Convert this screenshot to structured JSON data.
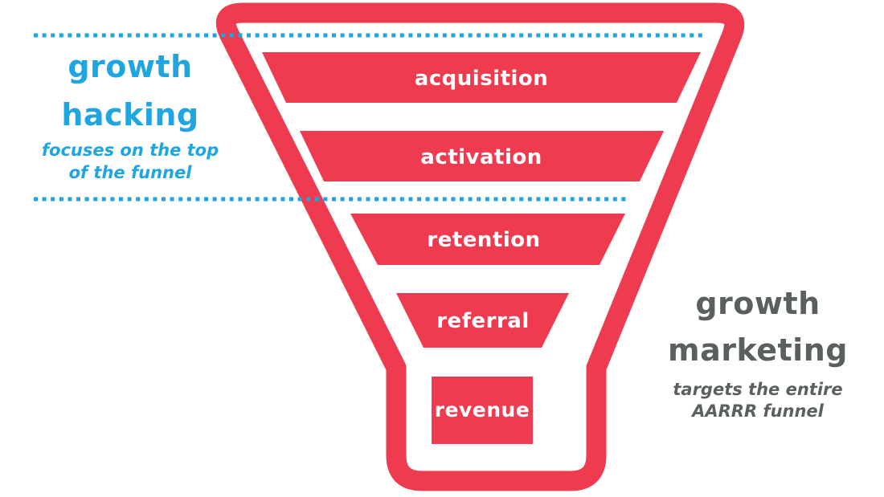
{
  "diagram": {
    "type": "aarrr-funnel",
    "stages": [
      "acquisition",
      "activation",
      "retention",
      "referral",
      "revenue"
    ]
  },
  "left_annotation": {
    "title_line1": "growth",
    "title_line2": "hacking",
    "subtitle_line1": "focuses on the top",
    "subtitle_line2": "of the funnel"
  },
  "right_annotation": {
    "title_line1": "growth",
    "title_line2": "marketing",
    "subtitle_line1": "targets the entire",
    "subtitle_line2": "AARRR funnel"
  },
  "colors": {
    "funnel_red": "#EE3B4F",
    "hacking_blue": "#1FA5E0",
    "marketing_gray": "#5A605E",
    "stage_text_white": "#FFFFFF"
  }
}
